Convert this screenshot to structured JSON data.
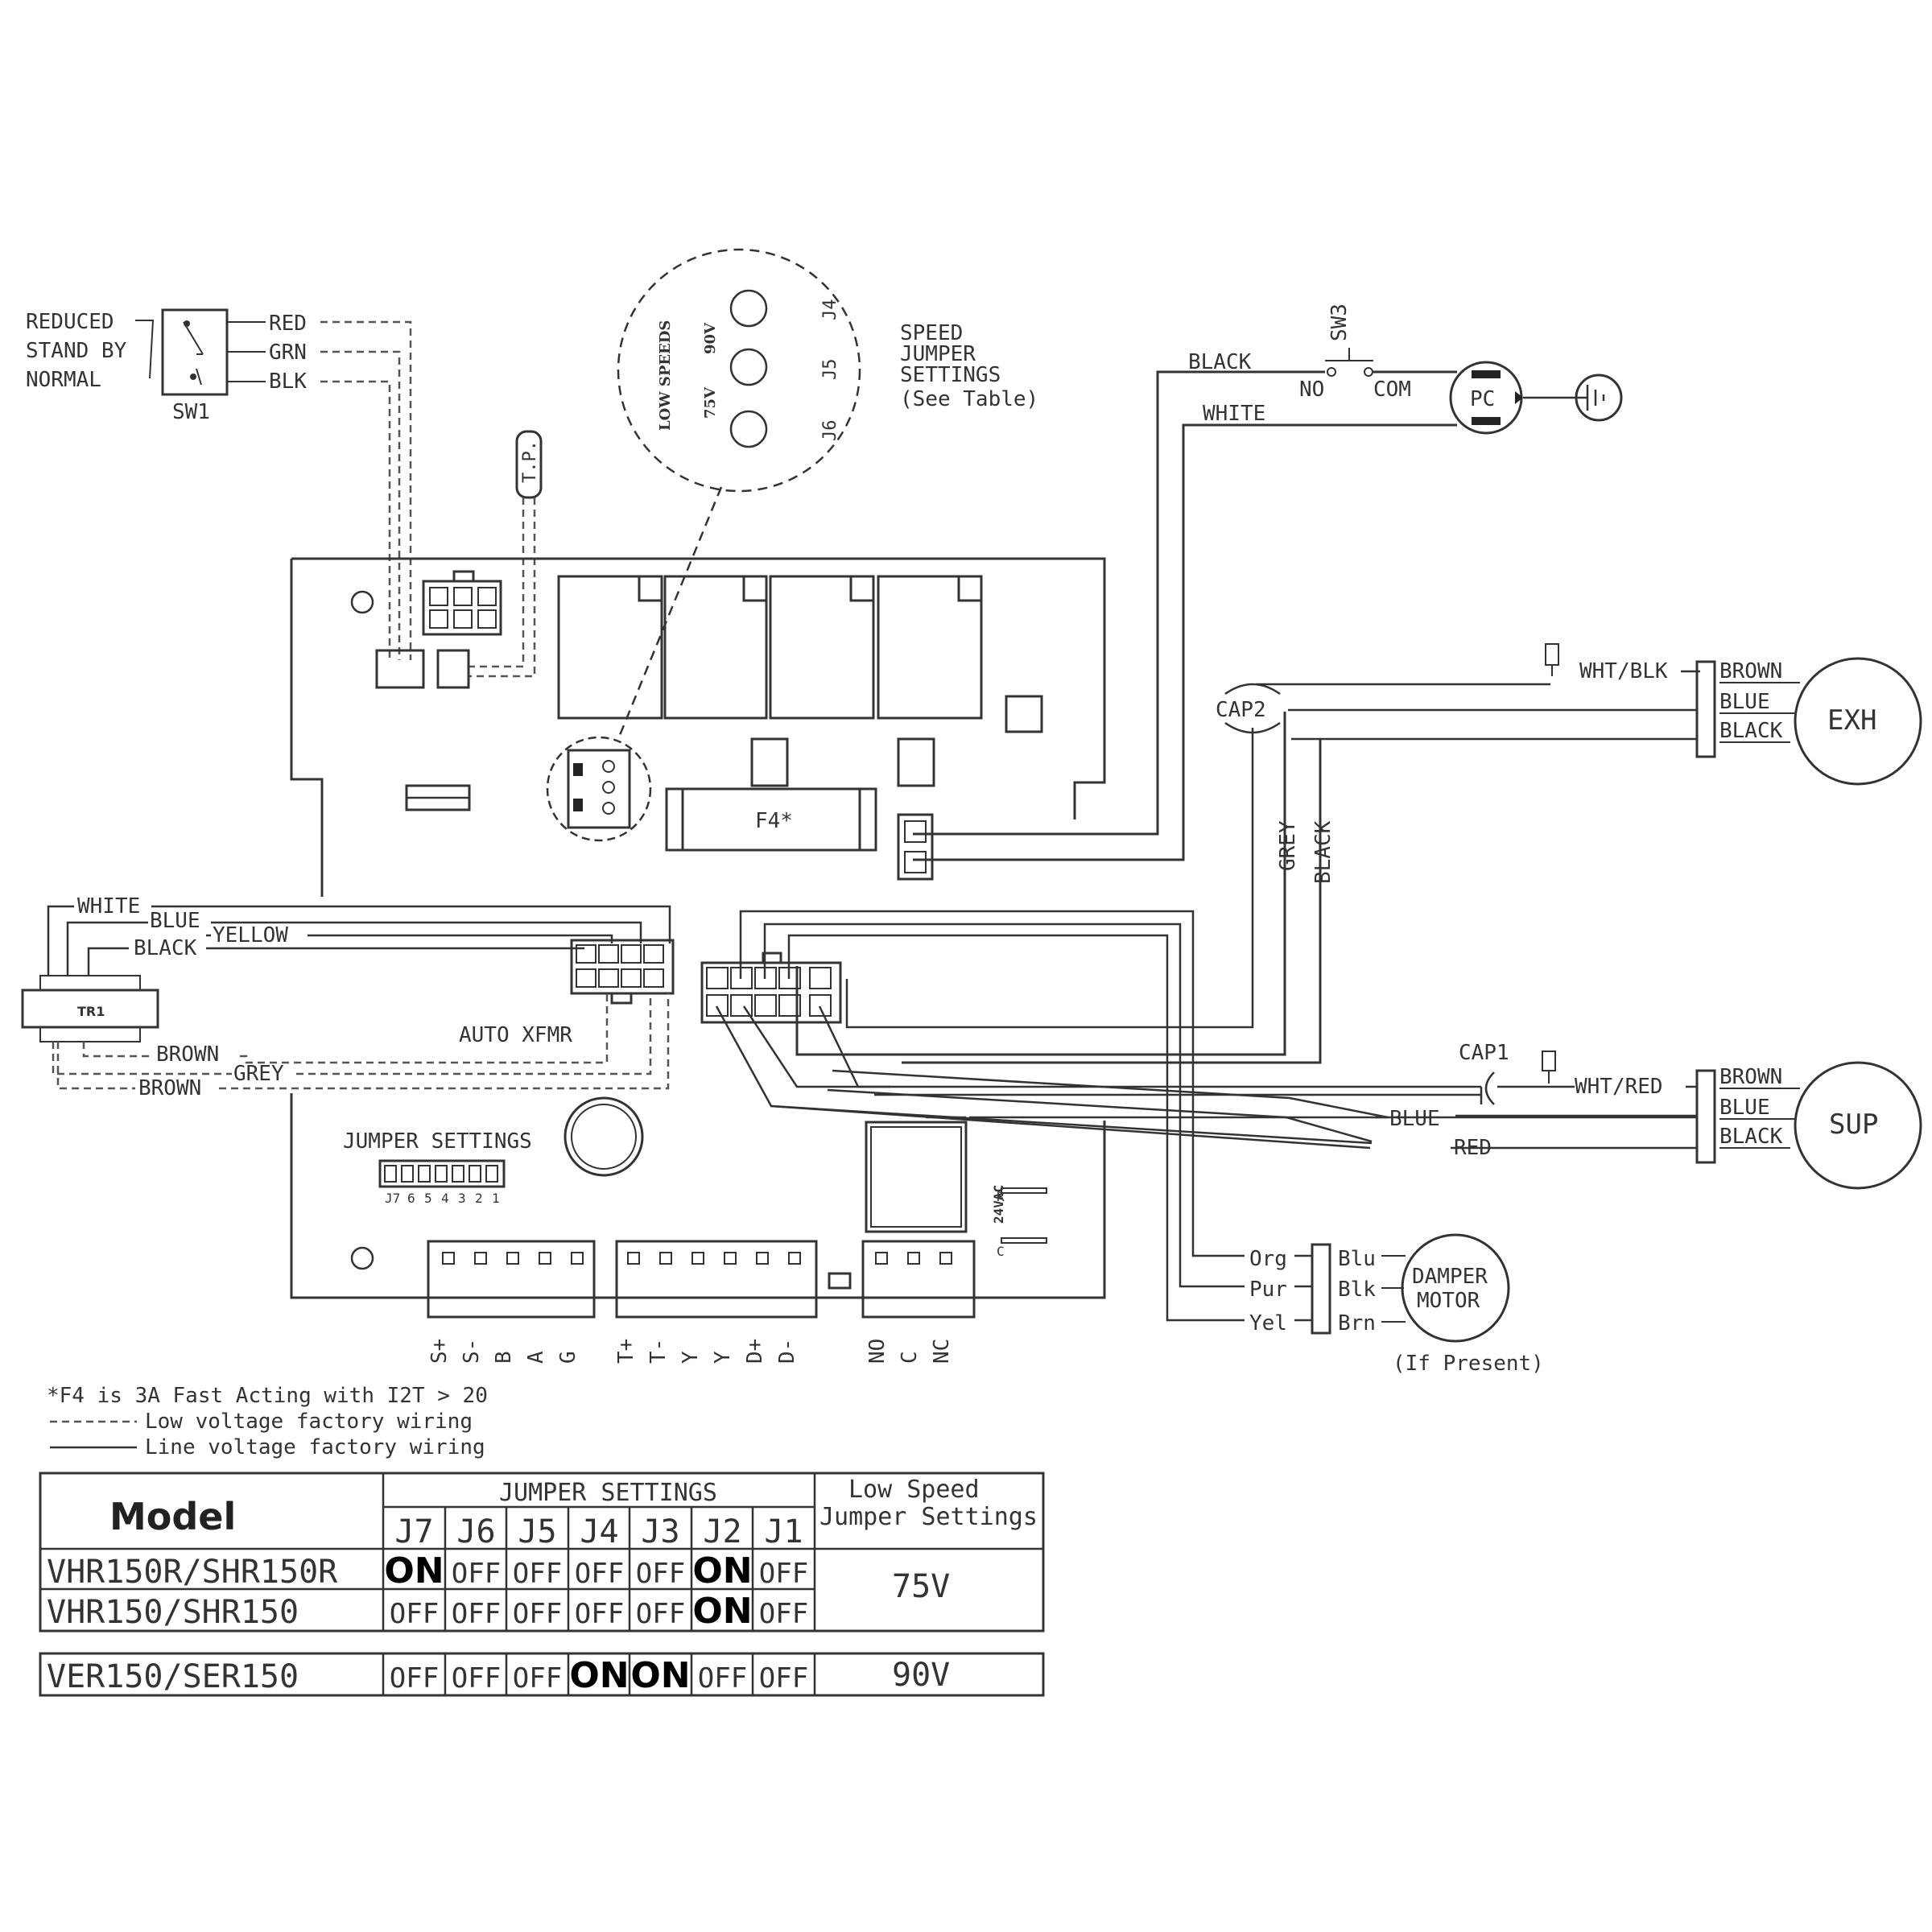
{
  "switch_sw1": {
    "id": "SW1",
    "modes": [
      "REDUCED",
      "STAND BY",
      "NORMAL"
    ],
    "wires": [
      "RED",
      "GRN",
      "BLK"
    ]
  },
  "thermal_protector": "T.P.",
  "speed_jumper": {
    "side_label": "LOW SPEEDS",
    "voltages": [
      "90V",
      "75V"
    ],
    "jumpers": [
      "J4",
      "J5",
      "J6"
    ],
    "title_lines": [
      "SPEED",
      "JUMPER",
      "SETTINGS",
      "(See Table)"
    ]
  },
  "power_cord": {
    "switch": "SW3",
    "no": "NO",
    "com": "COM",
    "plug": "PC",
    "wires": [
      "BLACK",
      "WHITE"
    ]
  },
  "fuse": "F4*",
  "exhaust_motor": {
    "label": "EXH",
    "capacitor": "CAP2",
    "lead": "WHT/BLK",
    "wires": [
      "BROWN",
      "BLUE",
      "BLACK"
    ],
    "run_wires": [
      "GREY",
      "BLACK"
    ]
  },
  "supply_motor": {
    "label": "SUP",
    "capacitor": "CAP1",
    "lead": "WHT/RED",
    "wires": [
      "BROWN",
      "BLUE",
      "BLACK"
    ],
    "run_wires": [
      "BLUE",
      "RED"
    ]
  },
  "transformer": {
    "label": "TR1",
    "wires_top": [
      "WHITE",
      "BLUE",
      "YELLOW",
      "BLACK"
    ],
    "wires_bottom": [
      "BROWN",
      "GREY",
      "BROWN"
    ],
    "connector_label": "AUTO XFMR"
  },
  "board": {
    "jumper_settings_label": "JUMPER SETTINGS",
    "jumper_pins": [
      "J7",
      "6",
      "5",
      "4",
      "3",
      "2",
      "1"
    ],
    "vac_label": "24VAC",
    "vac_pins": [
      "R",
      "C"
    ],
    "terminals_a": [
      "S+",
      "S-",
      "B",
      "A",
      "G"
    ],
    "terminals_b": [
      "T+",
      "T-",
      "Y",
      "Y",
      "D+",
      "D-"
    ],
    "terminals_c": [
      "NO",
      "C",
      "NC"
    ]
  },
  "damper_motor": {
    "label_lines": [
      "DAMPER",
      "MOTOR"
    ],
    "note": "(If Present)",
    "left_wires": [
      "Org",
      "Pur",
      "Yel"
    ],
    "right_wires": [
      "Blu",
      "Blk",
      "Brn"
    ]
  },
  "notes": {
    "fuse_note": "*F4 is 3A Fast Acting with I2T > 20",
    "low_voltage": "Low voltage factory wiring",
    "line_voltage": "Line voltage factory wiring"
  },
  "table": {
    "model_header": "Model",
    "group_header": "JUMPER SETTINGS",
    "speed_header_lines": [
      "Low Speed",
      "Jumper Settings"
    ],
    "columns": [
      "J7",
      "J6",
      "J5",
      "J4",
      "J3",
      "J2",
      "J1"
    ],
    "rows": [
      {
        "model": "VHR150R/SHR150R",
        "cells": [
          "ON",
          "OFF",
          "OFF",
          "OFF",
          "OFF",
          "ON",
          "OFF"
        ]
      },
      {
        "model": "VHR150/SHR150",
        "cells": [
          "OFF",
          "OFF",
          "OFF",
          "OFF",
          "OFF",
          "ON",
          "OFF"
        ]
      },
      {
        "model": "VER150/SER150",
        "cells": [
          "OFF",
          "OFF",
          "OFF",
          "ON",
          "ON",
          "OFF",
          "OFF"
        ]
      }
    ],
    "speeds": [
      "75V",
      "90V"
    ]
  }
}
